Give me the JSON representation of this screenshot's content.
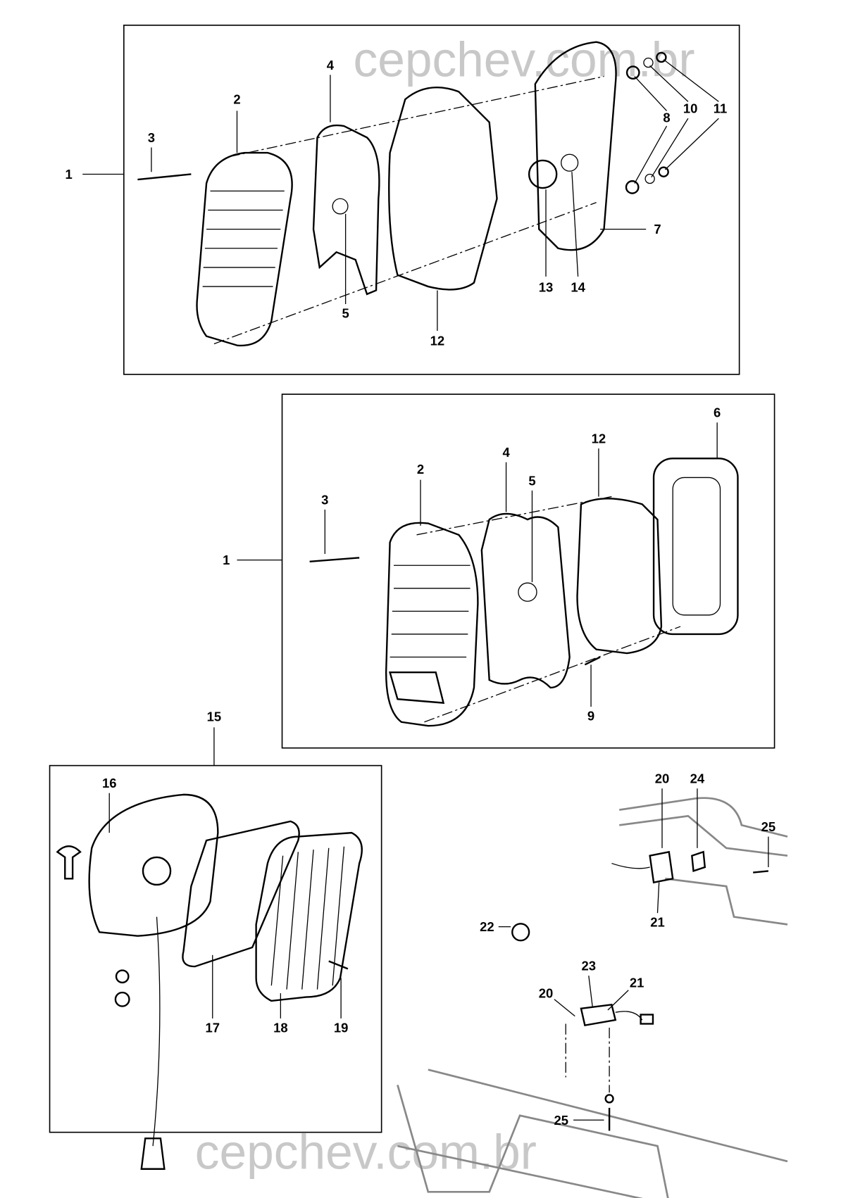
{
  "watermark": {
    "text": "cepchev.com.br"
  },
  "panel_a": {
    "labels": [
      "1",
      "2",
      "3",
      "4",
      "5",
      "7",
      "8",
      "10",
      "11",
      "12",
      "13",
      "14"
    ]
  },
  "panel_b": {
    "labels": [
      "1",
      "2",
      "3",
      "4",
      "5",
      "6",
      "9",
      "12"
    ]
  },
  "panel_c": {
    "labels": [
      "15",
      "16",
      "17",
      "18",
      "19"
    ]
  },
  "panel_d": {
    "labels": [
      "20",
      "24",
      "25",
      "21",
      "22",
      "23",
      "20",
      "21",
      "25"
    ]
  }
}
